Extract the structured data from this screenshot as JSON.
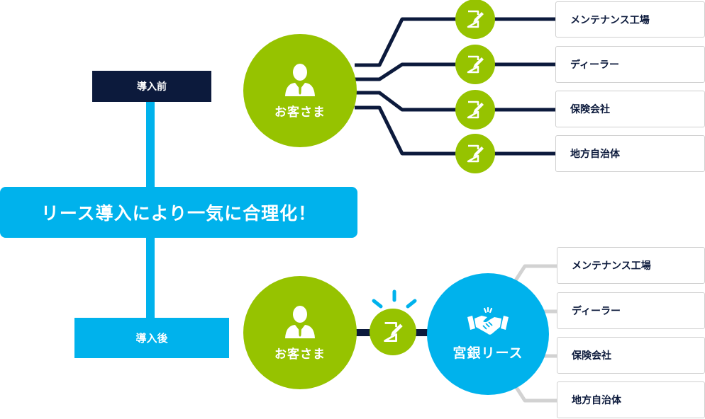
{
  "before": {
    "label": "導入前",
    "customer": "お客さま",
    "parties": [
      "メンテナンス工場",
      "ディーラー",
      "保険会社",
      "地方自治体"
    ]
  },
  "headline": "リース導入により一気に合理化！",
  "after": {
    "label": "導入後",
    "customer": "お客さま",
    "company": "宮銀リース",
    "parties": [
      "メンテナンス工場",
      "ディーラー",
      "保険会社",
      "地方自治体"
    ]
  },
  "colors": {
    "navy": "#0c1a3c",
    "cyan": "#00b2ec",
    "green": "#96c300",
    "gray": "#cfcfcf"
  },
  "icons": {
    "person": "person-icon",
    "document": "document-pen-icon",
    "handshake": "handshake-icon"
  }
}
